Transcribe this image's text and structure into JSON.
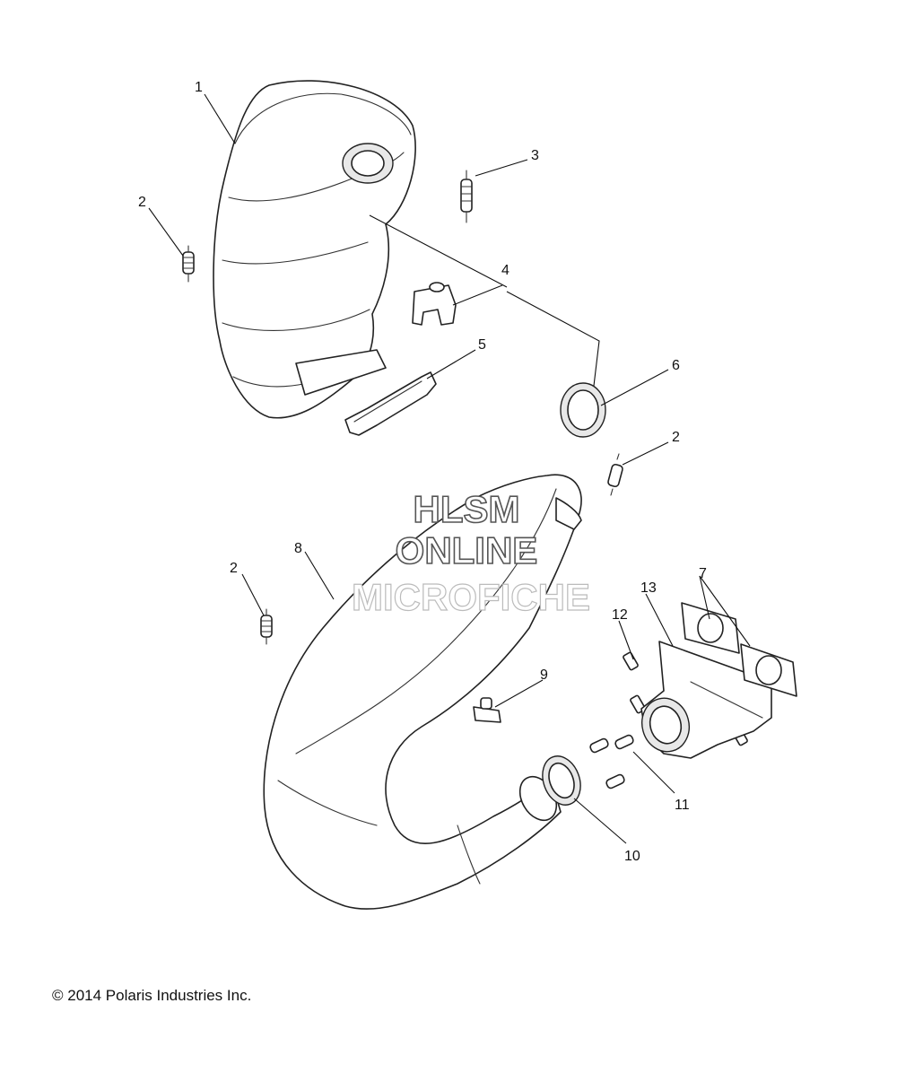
{
  "callouts": {
    "c1": "1",
    "c2a": "2",
    "c2b": "2",
    "c2c": "2",
    "c3": "3",
    "c4": "4",
    "c5": "5",
    "c6": "6",
    "c7": "7",
    "c8": "8",
    "c9": "9",
    "c10": "10",
    "c11": "11",
    "c12": "12",
    "c13": "13"
  },
  "watermark": {
    "line1": "HLSM",
    "line2": "ONLINE",
    "line3": "MICROFICHE"
  },
  "copyright": "© 2014 Polaris Industries Inc."
}
